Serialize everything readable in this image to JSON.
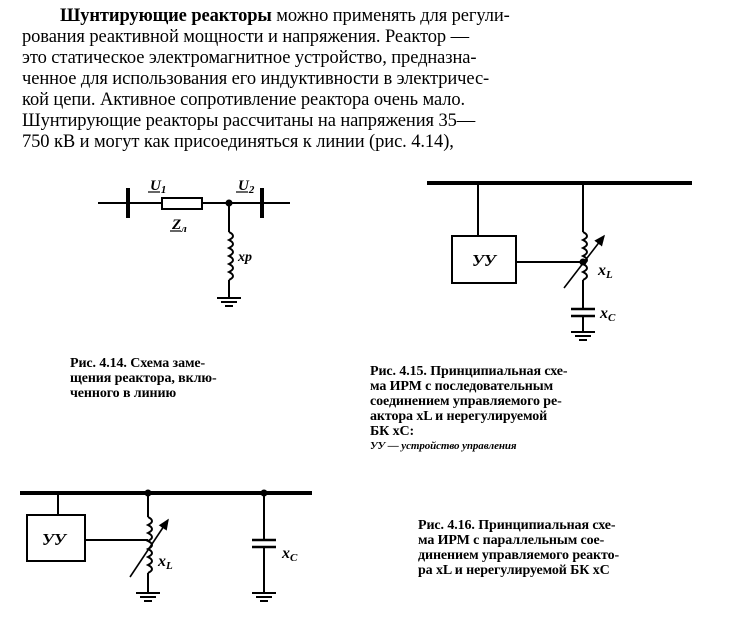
{
  "paragraph": {
    "bold_lead": "Шунтирующие реакторы",
    "line1_rest": " можно применять для регули-",
    "line2": "рования реактивной мощности и напряжения. Реактор —",
    "line3": "это статическое электромагнитное устройство, предназна-",
    "line4": "ченное для использования его индуктивности в электричес-",
    "line5": "кой цепи. Активное сопротивление реактора очень мало.",
    "line6": "Шунтирующие реакторы рассчитаны на напряжения 35—",
    "line7": "750 кВ и могут как присоединяться к линии (рис. 4.14),"
  },
  "fig414": {
    "u1": "U",
    "u1_sub": "1",
    "u2": "U",
    "u2_sub": "2",
    "zl": "Z",
    "zl_sub": "л",
    "xp": "xp",
    "caption": [
      "Рис. 4.14. Схема заме-",
      "щения реактора, вклю-",
      "ченного в линию"
    ]
  },
  "fig415": {
    "box": "УУ",
    "xl": "x",
    "xl_sub": "L",
    "xc": "x",
    "xc_sub": "C",
    "caption": [
      "Рис. 4.15. Принципиальная схе-",
      "ма ИРМ с последовательным",
      "соединением управляемого ре-",
      "актора xL и нерегулируемой",
      "БК xC:"
    ],
    "note": "УУ — устройство управления"
  },
  "fig416": {
    "box": "УУ",
    "xl": "x",
    "xl_sub": "L",
    "xc": "x",
    "xc_sub": "C",
    "caption": [
      "Рис. 4.16. Принципиальная схе-",
      "ма ИРМ с параллельным сое-",
      "динением управляемого реакто-",
      "ра xL и нерегулируемой БК xC"
    ]
  }
}
